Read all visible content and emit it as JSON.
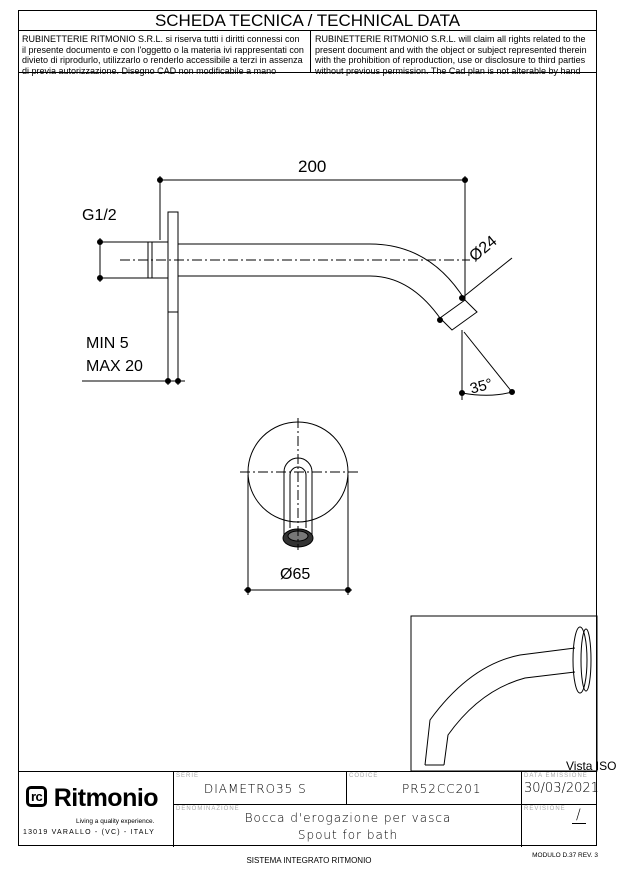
{
  "header": {
    "title": "SCHEDA TECNICA / TECHNICAL DATA",
    "notice_it": "RUBINETTERIE RITMONIO S.R.L. si riserva tutti i diritti connessi con il presente documento e con l'oggetto o la materia ivi rappresentati con divieto di riprodurlo, utilizzarlo o renderlo accessibile a terzi in assenza di previa autorizzazione. Disegno CAD non modificabile a mano",
    "notice_en": "RUBINETTERIE RITMONIO S.R.L. will claim all rights related to the present document and with the object or subject represented therein with the prohibition  of reproduction, use or disclosure to third parties without previous permission.  The Cad plan is not alterable by hand"
  },
  "drawing": {
    "length": "200",
    "thread": "G1/2",
    "wall_min": "MIN 5",
    "wall_max": "MAX 20",
    "outlet_diameter": "Ø24",
    "angle": "35°",
    "flange_diameter": "Ø65",
    "iso_label": "Vista ISO"
  },
  "title_block": {
    "logo": "Ritmonio",
    "tagline": "Living a quality experience.",
    "address": "13019 VARALLO - (VC) - ITALY",
    "serie_label": "SERIE",
    "serie": "DIAMETRO35 S",
    "codice_label": "CODICE",
    "codice": "PR52CC201",
    "data_label": "DATA EMISSIONE",
    "data": "30/03/2021",
    "denominazione_label": "DENOMINAZIONE",
    "denominazione_it": "Bocca d'erogazione per vasca",
    "denominazione_en": "Spout for bath",
    "revisione_label": "REVISIONE",
    "revisione": "/"
  },
  "footer": {
    "system": "SISTEMA INTEGRATO RITMONIO",
    "modulo": "MODULO D.37 REV. 3"
  }
}
